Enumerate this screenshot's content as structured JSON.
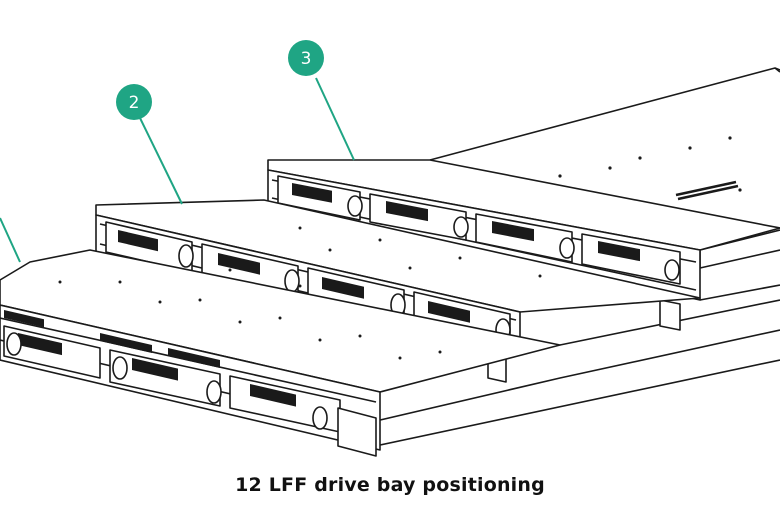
{
  "figure": {
    "caption": "12 LFF drive bay positioning",
    "callout_color": "#1fa584",
    "line_color": "#1a1a1a",
    "callouts": [
      {
        "label": "2",
        "icon": "callout-circle"
      },
      {
        "label": "3",
        "icon": "callout-circle"
      }
    ]
  }
}
